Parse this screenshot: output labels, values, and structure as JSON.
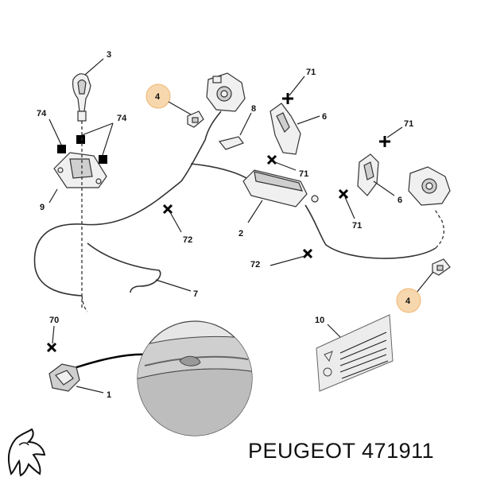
{
  "callouts": {
    "p3": "3",
    "p74a": "74",
    "p74b": "74",
    "p9": "9",
    "p4a": "4",
    "p8": "8",
    "p71a": "71",
    "p6a": "6",
    "p71b": "71",
    "p71c": "71",
    "p6b": "6",
    "p71d": "71",
    "p72a": "72",
    "p2": "2",
    "p72b": "72",
    "p7": "7",
    "p4b": "4",
    "p70": "70",
    "p1": "1",
    "p10": "10"
  },
  "brand": {
    "caption": "PEUGEOT 471911",
    "logo_icon": "peugeot-lion-logo-icon"
  },
  "colors": {
    "highlight_fill": "#f7d7ad",
    "highlight_stroke": "#f0b774"
  }
}
